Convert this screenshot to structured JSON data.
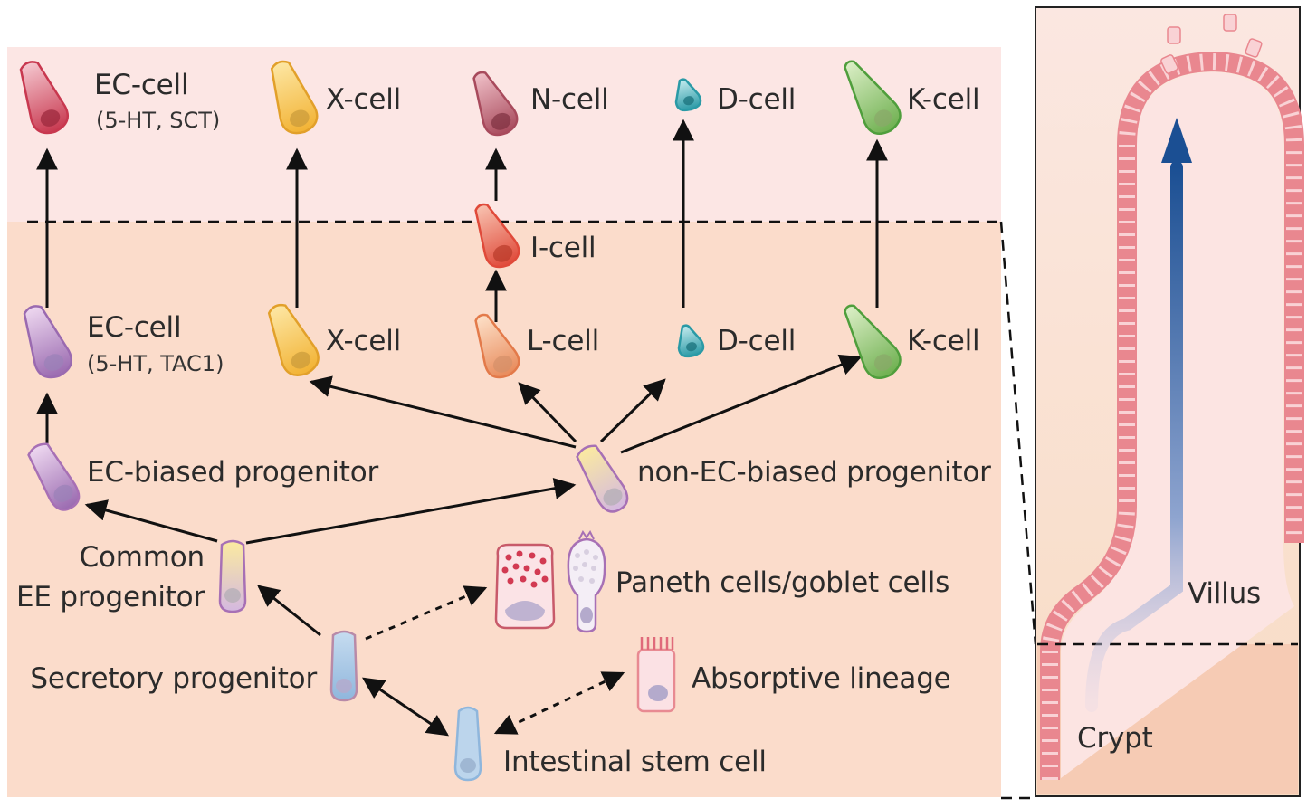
{
  "labels": {
    "ec_top": "EC-cell",
    "ec_top_sub": "(5-HT, SCT)",
    "x_top": "X-cell",
    "n_top": "N-cell",
    "d_top": "D-cell",
    "k_top": "K-cell",
    "i_cell": "I-cell",
    "ec_mid": "EC-cell",
    "ec_mid_sub": "(5-HT, TAC1)",
    "x_mid": "X-cell",
    "l_mid": "L-cell",
    "d_mid": "D-cell",
    "k_mid": "K-cell",
    "ec_biased": "EC-biased progenitor",
    "non_ec_biased": "non-EC-biased progenitor",
    "common_ee_1": "Common",
    "common_ee_2": "EE progenitor",
    "paneth_goblet": "Paneth cells/goblet cells",
    "secretory": "Secretory progenitor",
    "absorptive": "Absorptive lineage",
    "stem_cell": "Intestinal stem cell",
    "villus": "Villus",
    "crypt": "Crypt"
  },
  "colors": {
    "villus_zone": "#fce6e4",
    "crypt_zone": "#fbdccb",
    "arrow": "#111111",
    "ec_top": "#c8384f",
    "x_cell": "#f2b233",
    "n_cell": "#a84a5c",
    "d_cell": "#2a9aa6",
    "k_cell": "#4f9e3c",
    "i_cell": "#e04a3a",
    "l_cell": "#e88a5a",
    "ec_mid": "#9a6ab0",
    "progenitor": "#a770b5",
    "secretory": "#8fb6dc",
    "stem": "#9fc4e2",
    "absorptive": "#e88a92",
    "villus_arrow": "#1b4f93"
  }
}
